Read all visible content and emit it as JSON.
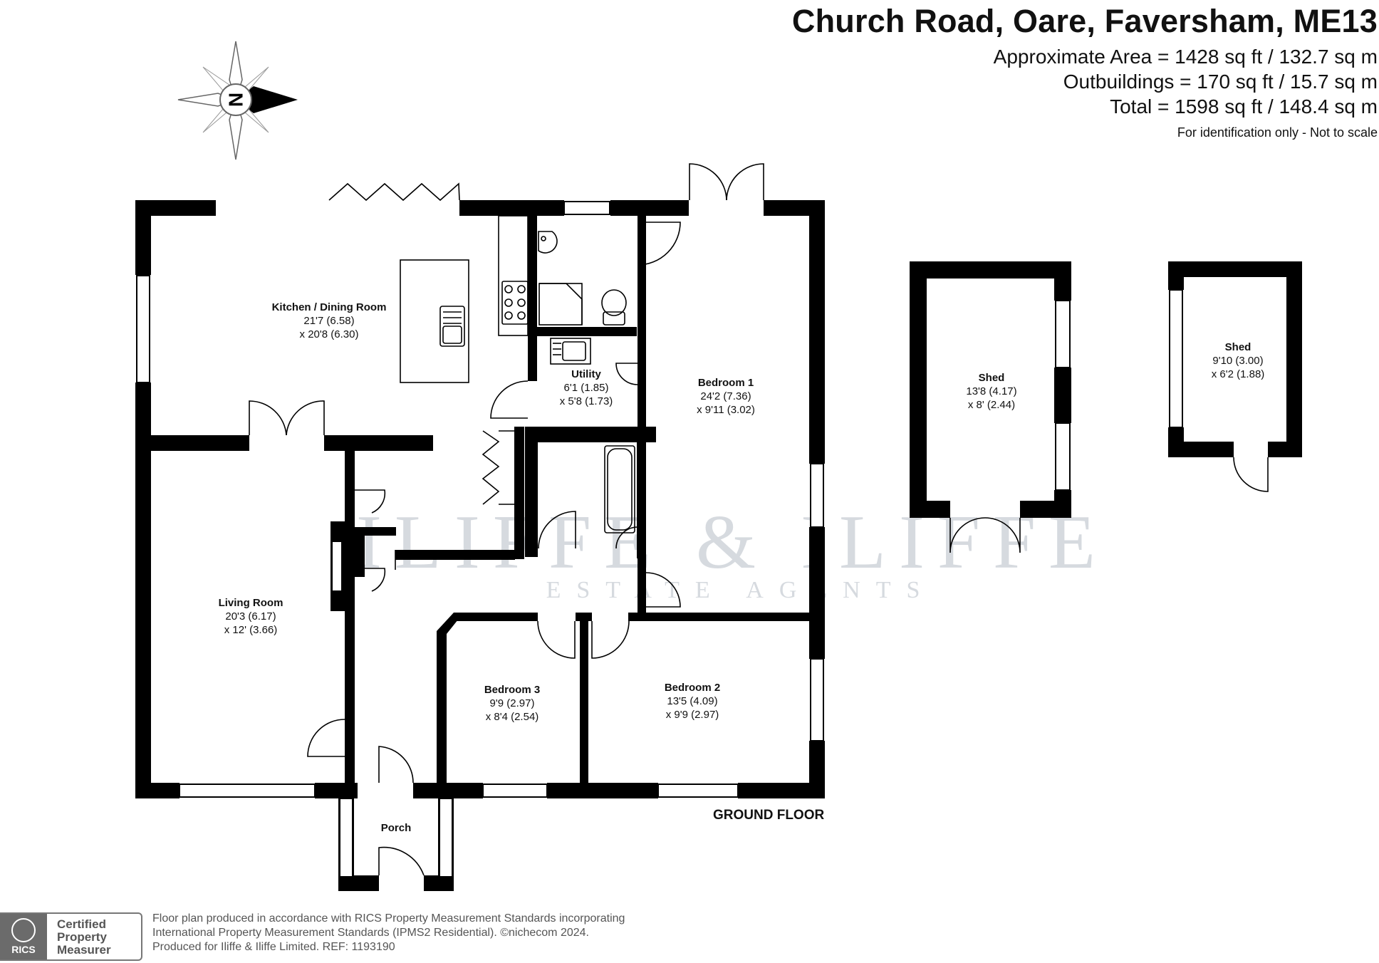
{
  "header": {
    "address": "Church Road, Oare, Faversham, ME13",
    "approx_area": "Approximate Area = 1428 sq ft / 132.7 sq m",
    "outbuildings": "Outbuildings = 170 sq ft / 15.7 sq m",
    "total": "Total = 1598 sq ft / 148.4 sq m",
    "scale_note": "For identification only - Not to scale"
  },
  "compass": {
    "letter": "N"
  },
  "rooms": {
    "kitchen": {
      "name": "Kitchen / Dining Room",
      "dim1": "21'7 (6.58)",
      "dim2": "x 20'8 (6.30)"
    },
    "utility": {
      "name": "Utility",
      "dim1": "6'1 (1.85)",
      "dim2": "x 5'8 (1.73)"
    },
    "bedroom1": {
      "name": "Bedroom 1",
      "dim1": "24'2 (7.36)",
      "dim2": "x 9'11 (3.02)"
    },
    "living": {
      "name": "Living Room",
      "dim1": "20'3 (6.17)",
      "dim2": "x 12' (3.66)"
    },
    "bedroom3": {
      "name": "Bedroom 3",
      "dim1": "9'9 (2.97)",
      "dim2": "x 8'4 (2.54)"
    },
    "bedroom2": {
      "name": "Bedroom 2",
      "dim1": "13'5 (4.09)",
      "dim2": "x 9'9 (2.97)"
    },
    "porch": {
      "name": "Porch"
    },
    "shed1": {
      "name": "Shed",
      "dim1": "13'8 (4.17)",
      "dim2": "x 8' (2.44)"
    },
    "shed2": {
      "name": "Shed",
      "dim1": "9'10 (3.00)",
      "dim2": "x 6'2 (1.88)"
    }
  },
  "floor_label": "GROUND FLOOR",
  "watermark": {
    "line1": "ILIFFE & ILIFFE",
    "line2": "ESTATE AGENTS"
  },
  "footer": {
    "line1": "Floor plan produced in accordance with RICS Property Measurement Standards incorporating",
    "line2": "International Property Measurement Standards (IPMS2 Residential).  ©nichecom 2024.",
    "line3": "Produced for Iliffe & Iliffe Limited.   REF:  1193190"
  },
  "rics": {
    "logo_text": "RICS",
    "line1": "Certified",
    "line2": "Property",
    "line3": "Measurer"
  }
}
